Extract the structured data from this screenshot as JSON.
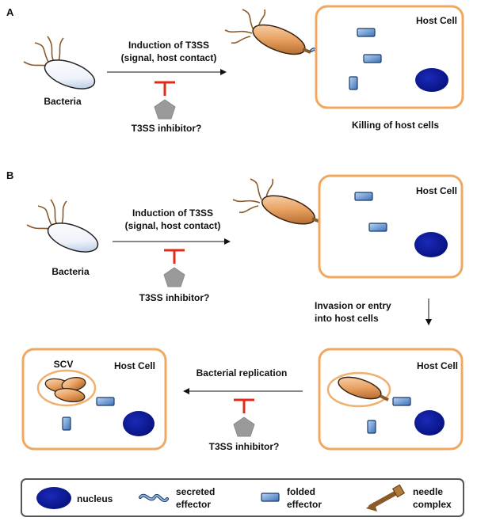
{
  "panel_a": {
    "label": "A",
    "bacteria_label": "Bacteria",
    "induction_line1": "Induction of T3SS",
    "induction_line2": "(signal, host contact)",
    "inhibitor_label": "T3SS inhibitor?",
    "host_cell_label": "Host Cell",
    "outcome_label": "Killing of host cells"
  },
  "panel_b": {
    "label": "B",
    "bacteria_label": "Bacteria",
    "induction_line1": "Induction of T3SS",
    "induction_line2": "(signal, host contact)",
    "inhibitor_label_1": "T3SS inhibitor?",
    "host_cell_label_1": "Host Cell",
    "invasion_line1": "Invasion or entry",
    "invasion_line2": "into host cells",
    "host_cell_label_2": "Host Cell",
    "replication_label": "Bacterial replication",
    "inhibitor_label_2": "T3SS inhibitor?",
    "host_cell_label_3": "Host Cell",
    "scv_label": "SCV"
  },
  "legend": {
    "nucleus": "nucleus",
    "secreted_line1": "secreted",
    "secreted_line2": "effector",
    "folded_line1": "folded",
    "folded_line2": "effector",
    "needle_line1": "needle",
    "needle_line2": "complex"
  },
  "colors": {
    "host_cell_border": "#f0a860",
    "nucleus": "#0a1a9a",
    "effector_fill": "#6f9fd8",
    "inhibitor_fill": "#9a9a9a",
    "inhibitor_bar": "#e02a1a",
    "bacteria_orange": "#e8a060",
    "bacteria_pale": "#f2f4fa",
    "flagella": "#8a5a2a"
  }
}
